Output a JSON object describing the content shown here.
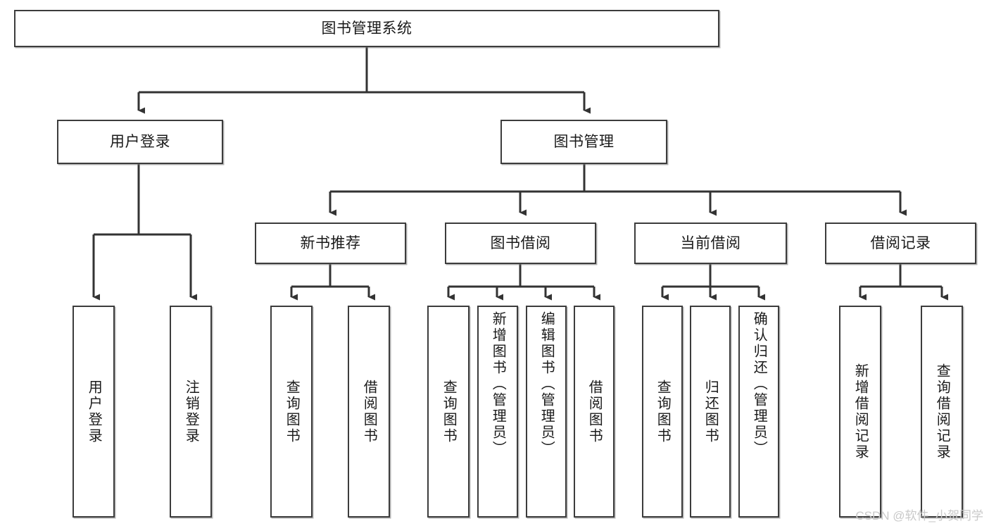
{
  "diagram": {
    "type": "tree-hierarchy-chart",
    "title": "图书管理系统",
    "watermark": "CSDN @软件_小贺同学",
    "colors": {
      "box_border": "#3c3c3c",
      "box_fill": "#ffffff",
      "connector": "#333333",
      "text": "#1a1a1a",
      "watermark": "#c9c9c9"
    },
    "levels": {
      "root_label": "图书管理系统",
      "level2": [
        {
          "label": "用户登录"
        },
        {
          "label": "图书管理"
        }
      ],
      "level3": [
        {
          "label": "新书推荐"
        },
        {
          "label": "图书借阅"
        },
        {
          "label": "当前借阅"
        },
        {
          "label": "借阅记录"
        }
      ]
    },
    "nodes": {
      "root": {
        "label": "图书管理系统"
      },
      "user_login": {
        "label": "用户登录"
      },
      "book_manage": {
        "label": "图书管理"
      },
      "new_book_rec": {
        "label": "新书推荐"
      },
      "book_borrow": {
        "label": "图书借阅"
      },
      "current_borrow": {
        "label": "当前借阅"
      },
      "borrow_record": {
        "label": "借阅记录"
      }
    },
    "leaves": {
      "user_login": [
        {
          "label": "用户登录"
        },
        {
          "label": "注销登录"
        }
      ],
      "new_book_rec": [
        {
          "label": "查询图书"
        },
        {
          "label": "借阅图书"
        }
      ],
      "book_borrow": [
        {
          "label": "查询图书"
        },
        {
          "label": "新增图书（管理员）"
        },
        {
          "label": "编辑图书（管理员）"
        },
        {
          "label": "借阅图书"
        }
      ],
      "current_borrow": [
        {
          "label": "查询图书"
        },
        {
          "label": "归还图书"
        },
        {
          "label": "确认归还（管理员）"
        }
      ],
      "borrow_record": [
        {
          "label": "新增借阅记录"
        },
        {
          "label": "查询借阅记录"
        }
      ]
    }
  }
}
